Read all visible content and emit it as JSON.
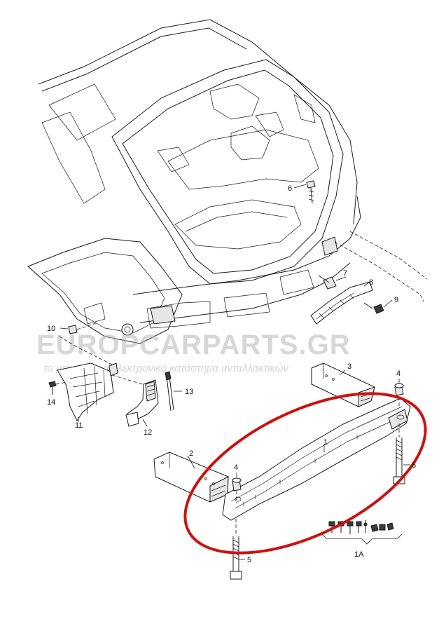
{
  "watermark": {
    "brand": "EUROPCARPARTS.GR",
    "tagline": "το μεγαλύτερο ηλεκτρονικό κατάστημα ανταλλακτικών"
  },
  "callouts": {
    "p1": "1",
    "p1a": "1A",
    "p2": "2",
    "p3": "3",
    "p4_top": "4",
    "p4_bottom": "4",
    "p5_right": "5",
    "p5_bottom": "5",
    "p6": "6",
    "p7": "7",
    "p8": "8",
    "p9": "9",
    "p10": "10",
    "p11": "11",
    "p12": "12",
    "p13": "13",
    "p14": "14"
  },
  "colors": {
    "highlight": "#cc1111",
    "linework": "#1a1a1a",
    "watermark": "#b8b8b8"
  }
}
